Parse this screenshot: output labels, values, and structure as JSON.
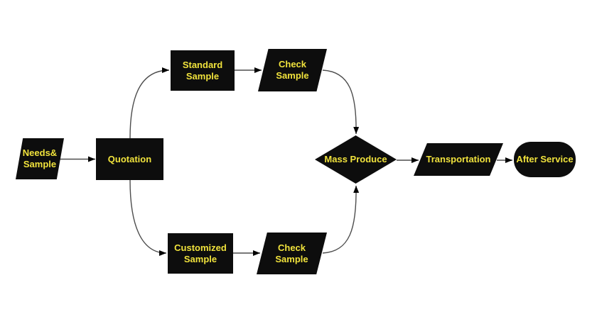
{
  "diagram": {
    "type": "flowchart",
    "background": "#ffffff",
    "colors": {
      "node_fill": "#0d0d0d",
      "label_text": "#f0e23c",
      "connector_line": "#4d4d4d",
      "arrowhead": "#000000"
    },
    "nodes": [
      {
        "id": "needs-sample",
        "shape": "parallelogram",
        "label": "Needs&\nSample"
      },
      {
        "id": "quotation",
        "shape": "rectangle",
        "label": "Quotation"
      },
      {
        "id": "standard-sample",
        "shape": "rectangle",
        "label": "Standard\nSample"
      },
      {
        "id": "check-sample-top",
        "shape": "parallelogram",
        "label": "Check\nSample"
      },
      {
        "id": "customized-sample",
        "shape": "rectangle",
        "label": "Customized\nSample"
      },
      {
        "id": "check-sample-bottom",
        "shape": "parallelogram",
        "label": "Check\nSample"
      },
      {
        "id": "mass-produce",
        "shape": "diamond",
        "label": "Mass Produce"
      },
      {
        "id": "transportation",
        "shape": "parallelogram",
        "label": "Transportation"
      },
      {
        "id": "after-service",
        "shape": "rounded",
        "label": "After Service"
      }
    ],
    "edges": [
      {
        "from": "needs-sample",
        "to": "quotation"
      },
      {
        "from": "quotation",
        "to": "standard-sample"
      },
      {
        "from": "standard-sample",
        "to": "check-sample-top"
      },
      {
        "from": "check-sample-top",
        "to": "mass-produce"
      },
      {
        "from": "quotation",
        "to": "customized-sample"
      },
      {
        "from": "customized-sample",
        "to": "check-sample-bottom"
      },
      {
        "from": "check-sample-bottom",
        "to": "mass-produce"
      },
      {
        "from": "mass-produce",
        "to": "transportation"
      },
      {
        "from": "transportation",
        "to": "after-service"
      }
    ]
  }
}
